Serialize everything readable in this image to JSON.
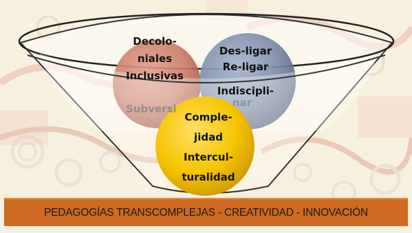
{
  "diagram": {
    "circle_decoloniales": {
      "lines": [
        "Decolo-",
        "niales",
        "Inclusivas"
      ],
      "partial_line": "Subversi",
      "color": "#c97c66"
    },
    "circle_desligar": {
      "lines": [
        "Des-ligar",
        "Re-ligar",
        "Indiscipli-"
      ],
      "partial_line": "nar",
      "color": "#7d8cab"
    },
    "circle_complejidad": {
      "lines": [
        "Comple-",
        "jidad",
        "Intercul-",
        "turalidad"
      ],
      "color": "#f5c400"
    },
    "banner": {
      "text": "PEDAGOGÍAS TRANSCOMPLEJAS - CREATIVIDAD - INNOVACIÓN",
      "color": "#cf6a22"
    }
  }
}
